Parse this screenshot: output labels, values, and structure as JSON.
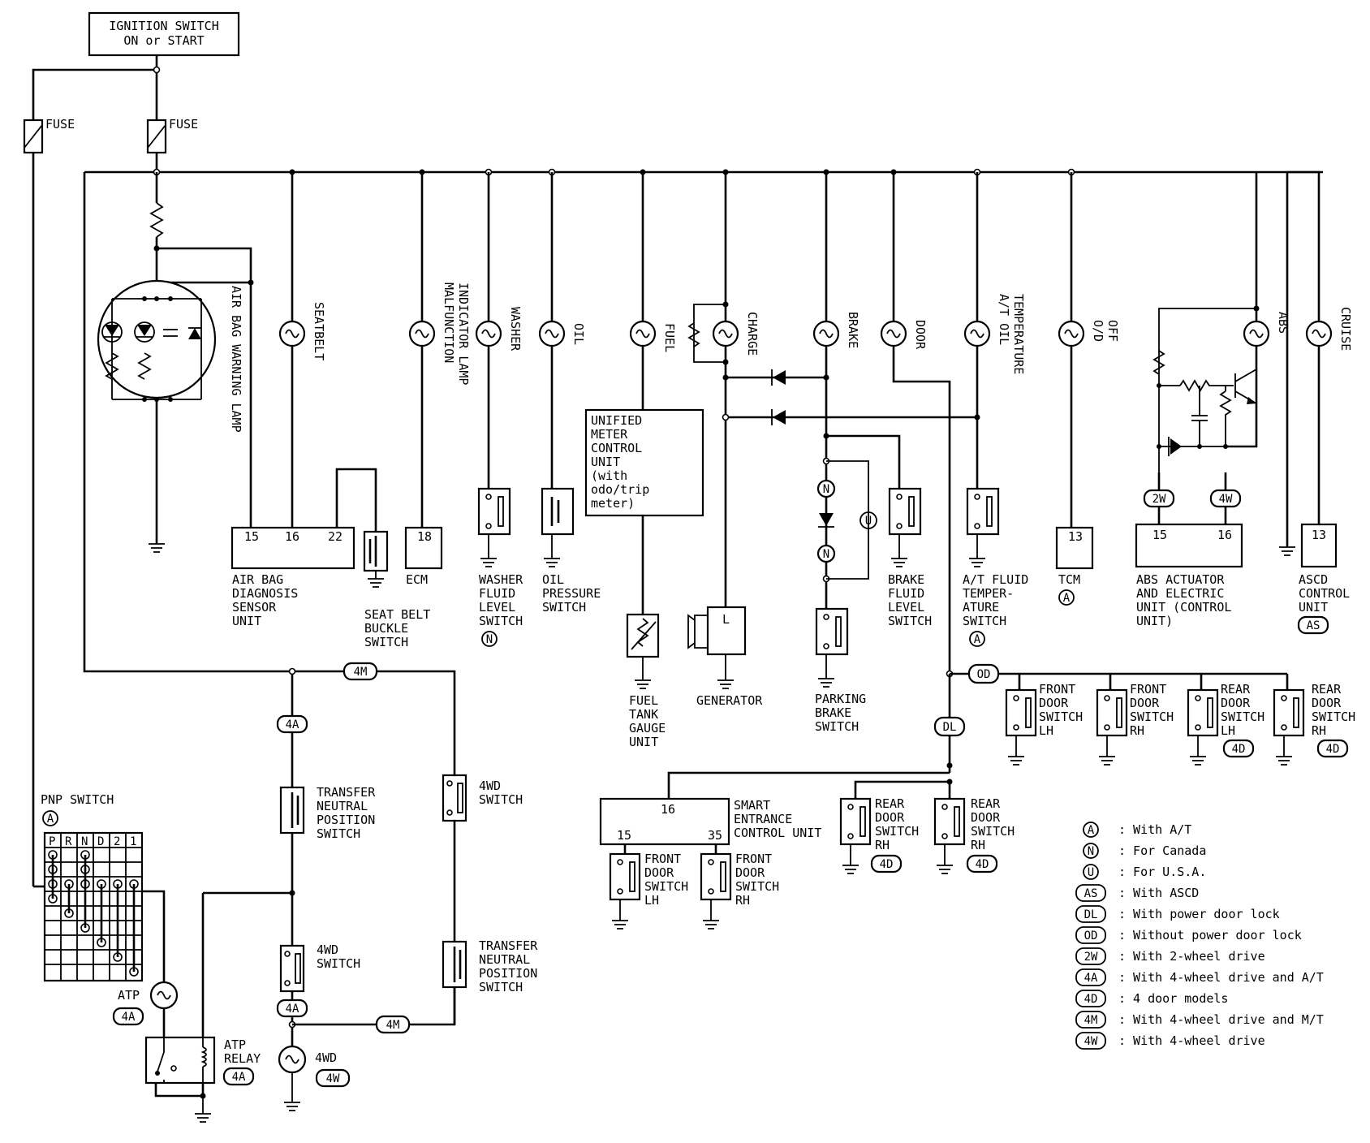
{
  "power": {
    "line1": "IGNITION SWITCH",
    "line2": "ON or START"
  },
  "fuse_labels": [
    "FUSE",
    "FUSE"
  ],
  "lamps": {
    "airbag": "AIR BAG WARNING LAMP",
    "seatbelt": "SEATBELT",
    "mil_1": "MALFUNCTION",
    "mil_2": "INDICATOR LAMP",
    "washer": "WASHER",
    "oil": "OIL",
    "fuel": "FUEL",
    "charge": "CHARGE",
    "brake": "BRAKE",
    "door": "DOOR",
    "at_oil_1": "A/T OIL",
    "at_oil_2": "TEMPERATURE",
    "od_off_1": "O/D",
    "od_off_2": "OFF",
    "abs": "ABS",
    "cruise": "CRUISE",
    "atp": "ATP",
    "fourwd": "4WD"
  },
  "components": {
    "airbag_unit": {
      "pins": [
        "15",
        "16",
        "22"
      ],
      "lines": [
        "AIR BAG",
        "DIAGNOSIS",
        "SENSOR",
        "UNIT"
      ]
    },
    "seatbelt_switch": [
      "SEAT BELT",
      "BUCKLE",
      "SWITCH"
    ],
    "ecm": {
      "pin": "18",
      "label": "ECM"
    },
    "washer_switch": [
      "WASHER",
      "FLUID",
      "LEVEL",
      "SWITCH"
    ],
    "oil_switch": [
      "OIL",
      "PRESSURE",
      "SWITCH"
    ],
    "meter_unit": [
      "UNIFIED",
      "METER",
      "CONTROL",
      "UNIT",
      "(with",
      "odo/trip",
      "meter)"
    ],
    "fuel_gauge": [
      "FUEL",
      "TANK",
      "GAUGE",
      "UNIT"
    ],
    "generator": {
      "label": "GENERATOR",
      "terminal": "L"
    },
    "parking_brake": [
      "PARKING",
      "BRAKE",
      "SWITCH"
    ],
    "brake_fluid": [
      "BRAKE",
      "FLUID",
      "LEVEL",
      "SWITCH"
    ],
    "at_fluid": [
      "A/T FLUID",
      "TEMPER-",
      "ATURE",
      "SWITCH"
    ],
    "tcm": {
      "pin": "13",
      "label": "TCM"
    },
    "abs_unit": {
      "pins": [
        "15",
        "16"
      ],
      "lines": [
        "ABS ACTUATOR",
        "AND ELECTRIC",
        "UNIT (CONTROL",
        "UNIT)"
      ]
    },
    "ascd": {
      "pin": "13",
      "lines": [
        "ASCD",
        "CONTROL",
        "UNIT"
      ]
    },
    "pnp": {
      "label": "PNP SWITCH",
      "positions": [
        "P",
        "R",
        "N",
        "D",
        "2",
        "1"
      ]
    },
    "atp_relay": [
      "ATP",
      "RELAY"
    ],
    "transfer_neutral": [
      "TRANSFER",
      "NEUTRAL",
      "POSITION",
      "SWITCH"
    ],
    "fourwd_switch": [
      "4WD",
      "SWITCH"
    ],
    "smart_unit": {
      "pins": [
        "16",
        "15",
        "35"
      ],
      "lines": [
        "SMART",
        "ENTRANCE",
        "CONTROL UNIT"
      ]
    },
    "front_door_lh": [
      "FRONT",
      "DOOR",
      "SWITCH",
      "LH"
    ],
    "front_door_rh": [
      "FRONT",
      "DOOR",
      "SWITCH",
      "RH"
    ],
    "rear_door_lh": [
      "REAR",
      "DOOR",
      "SWITCH",
      "LH"
    ],
    "rear_door_rh": [
      "REAR",
      "DOOR",
      "SWITCH",
      "RH"
    ]
  },
  "tags": {
    "A": "A",
    "N": "N",
    "U": "U",
    "AS": "AS",
    "DL": "DL",
    "OD": "OD",
    "2W": "2W",
    "4A": "4A",
    "4D": "4D",
    "4M": "4M",
    "4W": "4W"
  },
  "legend": [
    {
      "code": "A",
      "text": ": With A/T"
    },
    {
      "code": "N",
      "text": ": For Canada"
    },
    {
      "code": "U",
      "text": ": For U.S.A."
    },
    {
      "code": "AS",
      "text": ": With ASCD"
    },
    {
      "code": "DL",
      "text": ": With power door lock"
    },
    {
      "code": "OD",
      "text": ": Without power door lock"
    },
    {
      "code": "2W",
      "text": ": With 2-wheel drive"
    },
    {
      "code": "4A",
      "text": ": With 4-wheel drive and A/T"
    },
    {
      "code": "4D",
      "text": ": 4 door models"
    },
    {
      "code": "4M",
      "text": ": With 4-wheel drive and M/T"
    },
    {
      "code": "4W",
      "text": ": With 4-wheel drive"
    }
  ]
}
